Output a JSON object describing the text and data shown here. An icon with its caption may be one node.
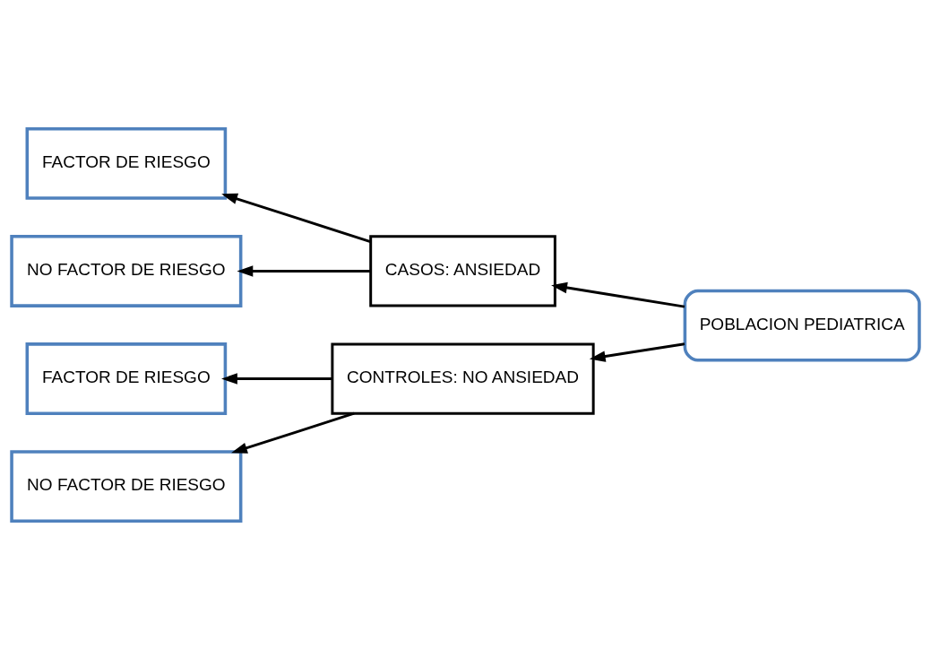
{
  "diagram": {
    "nodes": [
      {
        "text": [
          "FACTOR DE RIESGO"
        ]
      },
      {
        "text": [
          "NO FACTOR DE RIESGO"
        ]
      },
      {
        "text": [
          "CASOS: ANSIEDAD"
        ]
      },
      {
        "text": [
          "POBLACION PEDIATRICA"
        ]
      },
      {
        "text": [
          "FACTOR DE RIESGO"
        ]
      },
      {
        "text": [
          "CONTROLES: NO ANSIEDAD"
        ]
      },
      {
        "text": [
          "NO FACTOR DE RIESGO"
        ]
      }
    ],
    "edges": [
      {
        "from": 3,
        "to": 2,
        "arrow": "to"
      },
      {
        "from": 3,
        "to": 5,
        "arrow": "to"
      },
      {
        "from": 2,
        "to": 0,
        "arrow": "to"
      },
      {
        "from": 2,
        "to": 1,
        "arrow": "to"
      },
      {
        "from": 5,
        "to": 4,
        "arrow": "to"
      },
      {
        "from": 5,
        "to": 6,
        "arrow": "to"
      }
    ]
  }
}
